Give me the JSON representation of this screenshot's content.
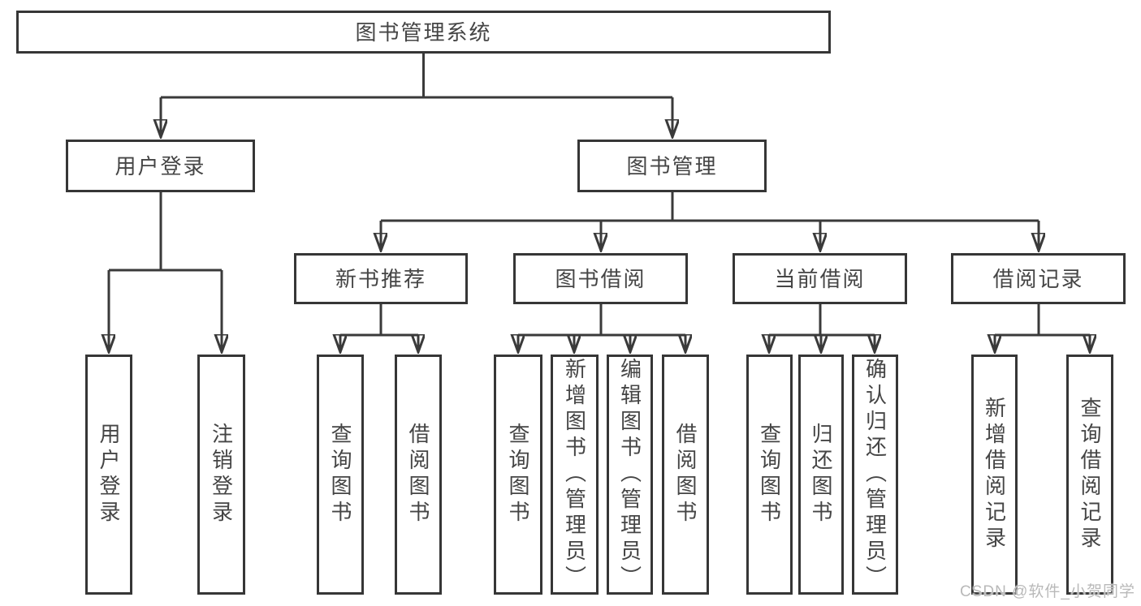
{
  "nodes": {
    "root": "图书管理系统",
    "user_login": "用户登录",
    "book_mgmt": "图书管理",
    "new_book": "新书推荐",
    "book_borrow": "图书借阅",
    "current_borrow": "当前借阅",
    "borrow_record": "借阅记录",
    "ul_leaves": [
      "用户登录",
      "注销登录"
    ],
    "nb_leaves": [
      "查询图书",
      "借阅图书"
    ],
    "bb_leaves": [
      "查询图书",
      "新增图书（管理员）",
      "编辑图书（管理员）",
      "借阅图书"
    ],
    "cb_leaves": [
      "查询图书",
      "归还图书",
      "确认归还（管理员）"
    ],
    "br_leaves": [
      "新增借阅记录",
      "查询借阅记录"
    ]
  },
  "watermark": "CSDN @软件_小贺同学",
  "colors": {
    "line": "#3a3a3a",
    "border": "#363636",
    "text": "#454545",
    "watermark": "#b9b9b9",
    "background": "#ffffff"
  }
}
